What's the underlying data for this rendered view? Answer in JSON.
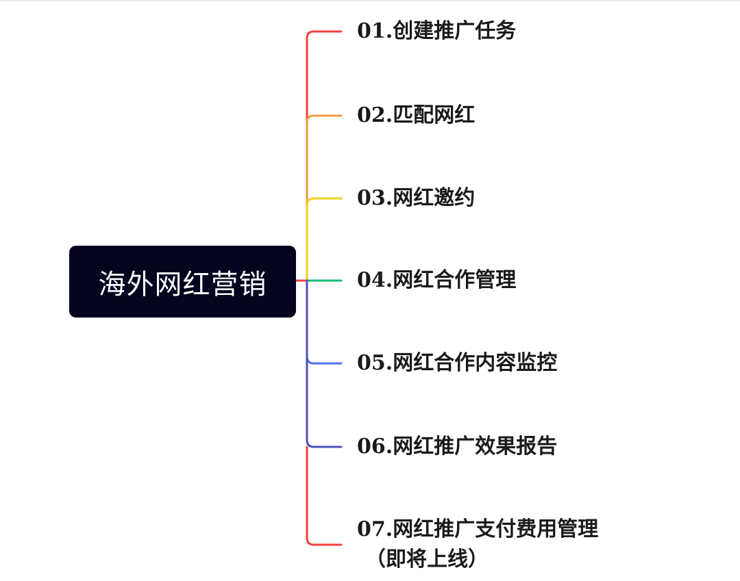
{
  "root": {
    "label": "海外网红营销",
    "color": "#04041f"
  },
  "branches": [
    {
      "label": "01.创建推广任务",
      "color": "#f0423b"
    },
    {
      "label": "02.匹配网红",
      "color": "#f39a3c"
    },
    {
      "label": "03.网红邀约",
      "color": "#f1cf1a"
    },
    {
      "label": "04.网红合作管理",
      "color": "#13b977"
    },
    {
      "label": "05.网红合作内容监控",
      "color": "#4a73ea"
    },
    {
      "label": "06.网红推广效果报告",
      "color": "#4b4fba"
    },
    {
      "label": "07.网红推广支付费用管理",
      "label_line2": "（即将上线）",
      "color": "#f0423b"
    }
  ]
}
